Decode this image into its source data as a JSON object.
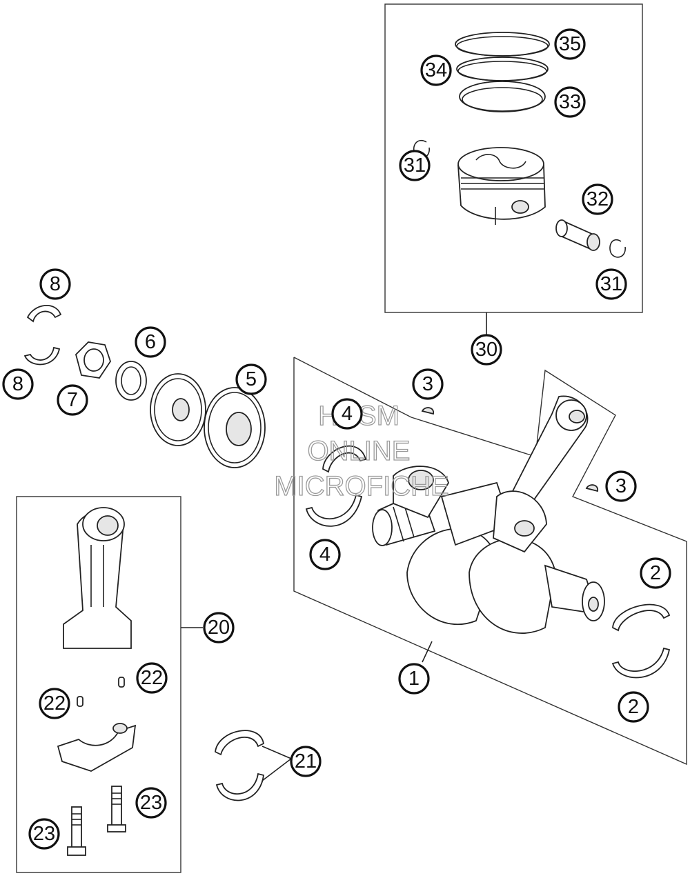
{
  "watermark": {
    "line1": "HUSM",
    "line2": "ONLINE",
    "line3": "MICROFICHE"
  },
  "callouts": {
    "c1": "1",
    "c2a": "2",
    "c2b": "2",
    "c3a": "3",
    "c3b": "3",
    "c4a": "4",
    "c4b": "4",
    "c5": "5",
    "c6": "6",
    "c7": "7",
    "c8a": "8",
    "c8b": "8",
    "c20": "20",
    "c21": "21",
    "c22a": "22",
    "c22b": "22",
    "c23a": "23",
    "c23b": "23",
    "c30": "30",
    "c31a": "31",
    "c31b": "31",
    "c32": "32",
    "c33": "33",
    "c34": "34",
    "c35": "35"
  }
}
